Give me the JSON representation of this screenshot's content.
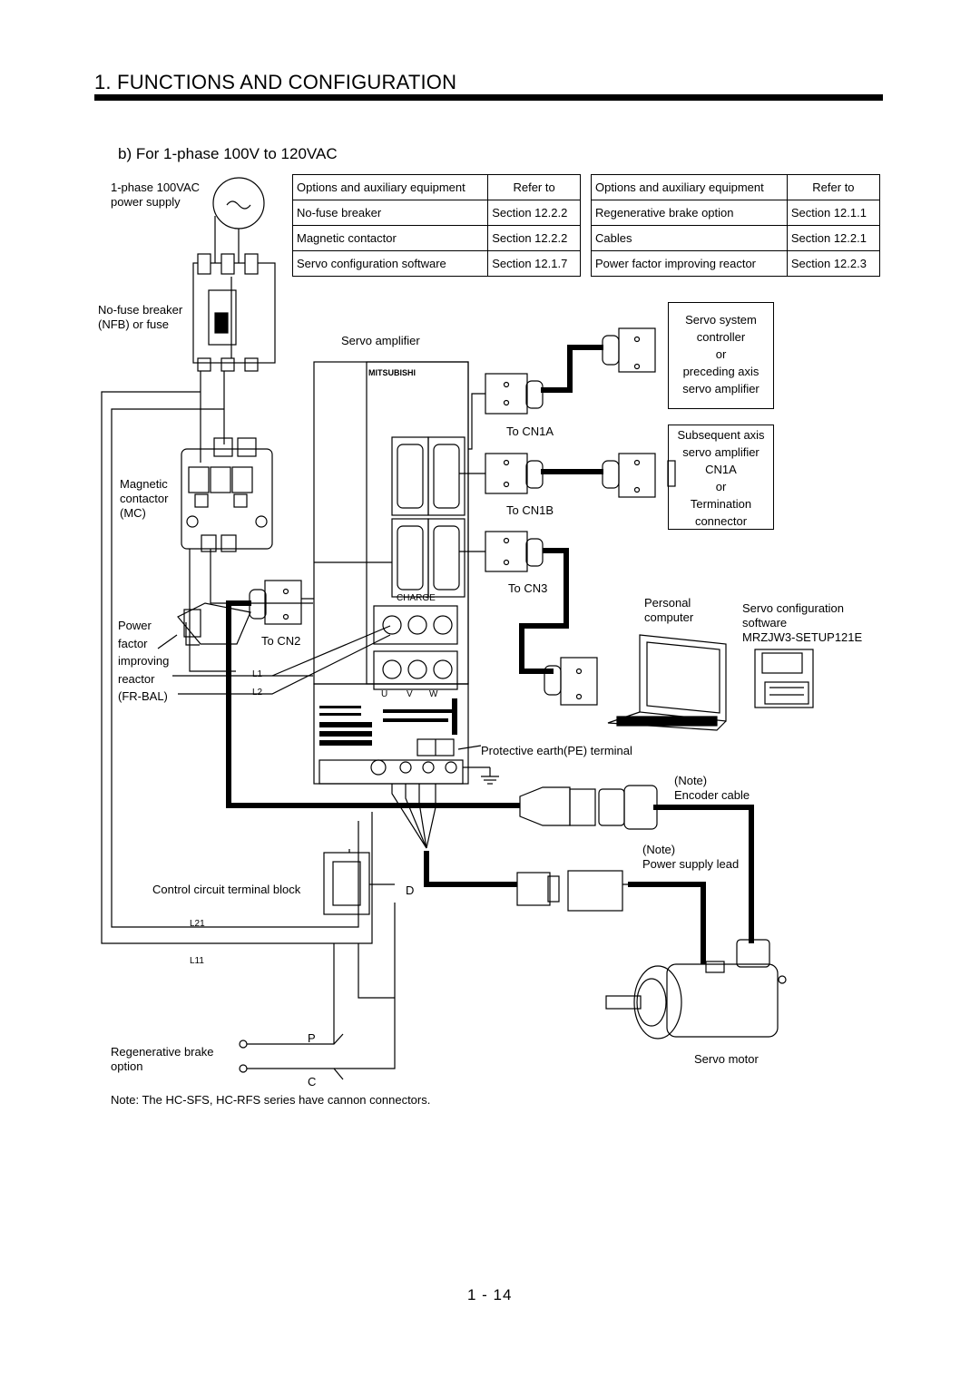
{
  "header": {
    "title": "1. FUNCTIONS AND CONFIGURATION"
  },
  "subtitle": "b) For 1-phase 100V to 120VAC",
  "table_left": {
    "col1": "Options and auxiliary equipment",
    "col2": "Refer to",
    "rows": [
      {
        "item": "No-fuse breaker",
        "ref": "Section 12.2.2"
      },
      {
        "item": "Magnetic contactor",
        "ref": "Section 12.2.2"
      },
      {
        "item": "Servo configuration software",
        "ref": "Section 12.1.7"
      }
    ]
  },
  "table_right": {
    "col1": "Options and auxiliary equipment",
    "col2": "Refer to",
    "rows": [
      {
        "item": "Regenerative brake option",
        "ref": "Section 12.1.1"
      },
      {
        "item": "Cables",
        "ref": "Section 12.2.1"
      },
      {
        "item": "Power factor improving reactor",
        "ref": "Section 12.2.3"
      }
    ]
  },
  "labels": {
    "power_supply": "1-phase 100VAC\npower supply",
    "nfb": "No-fuse breaker\n(NFB) or fuse",
    "mc": "Magnetic\ncontactor\n(MC)",
    "reactor": "Power\nfactor\nimproving\nreactor\n(FR-BAL)",
    "to_cn2": "To CN2",
    "l1": "L1",
    "l2": "L2",
    "servo_amp": "Servo amplifier",
    "brand": "MITSUBISHI",
    "charge": "CHARGE",
    "u": "U",
    "v": "V",
    "w": "W",
    "to_cn1a": "To CN1A",
    "to_cn1b": "To CN1B",
    "to_cn3": "To CN3",
    "controller_box": "Servo system\ncontroller\nor\npreceding axis\nservo amplifier",
    "subsequent_box": "Subsequent axis\nservo amplifier\nCN1A\nor\nTermination\nconnector",
    "pc": "Personal\ncomputer",
    "software": "Servo configuration\nsoftware\nMRZJW3-SETUP121E",
    "pe": "Protective earth(PE) terminal",
    "encoder": "(Note)\nEncoder cable",
    "power_lead": "(Note)\nPower supply lead",
    "ctrl_block": "Control circuit terminal block",
    "d": "D",
    "l21": "L21",
    "l11": "L11",
    "regen": "Regenerative brake\noption",
    "p": "P",
    "c": "C",
    "servo_motor": "Servo motor"
  },
  "note": "Note: The HC-SFS, HC-RFS series have cannon connectors.",
  "page_number": "1 -  14"
}
